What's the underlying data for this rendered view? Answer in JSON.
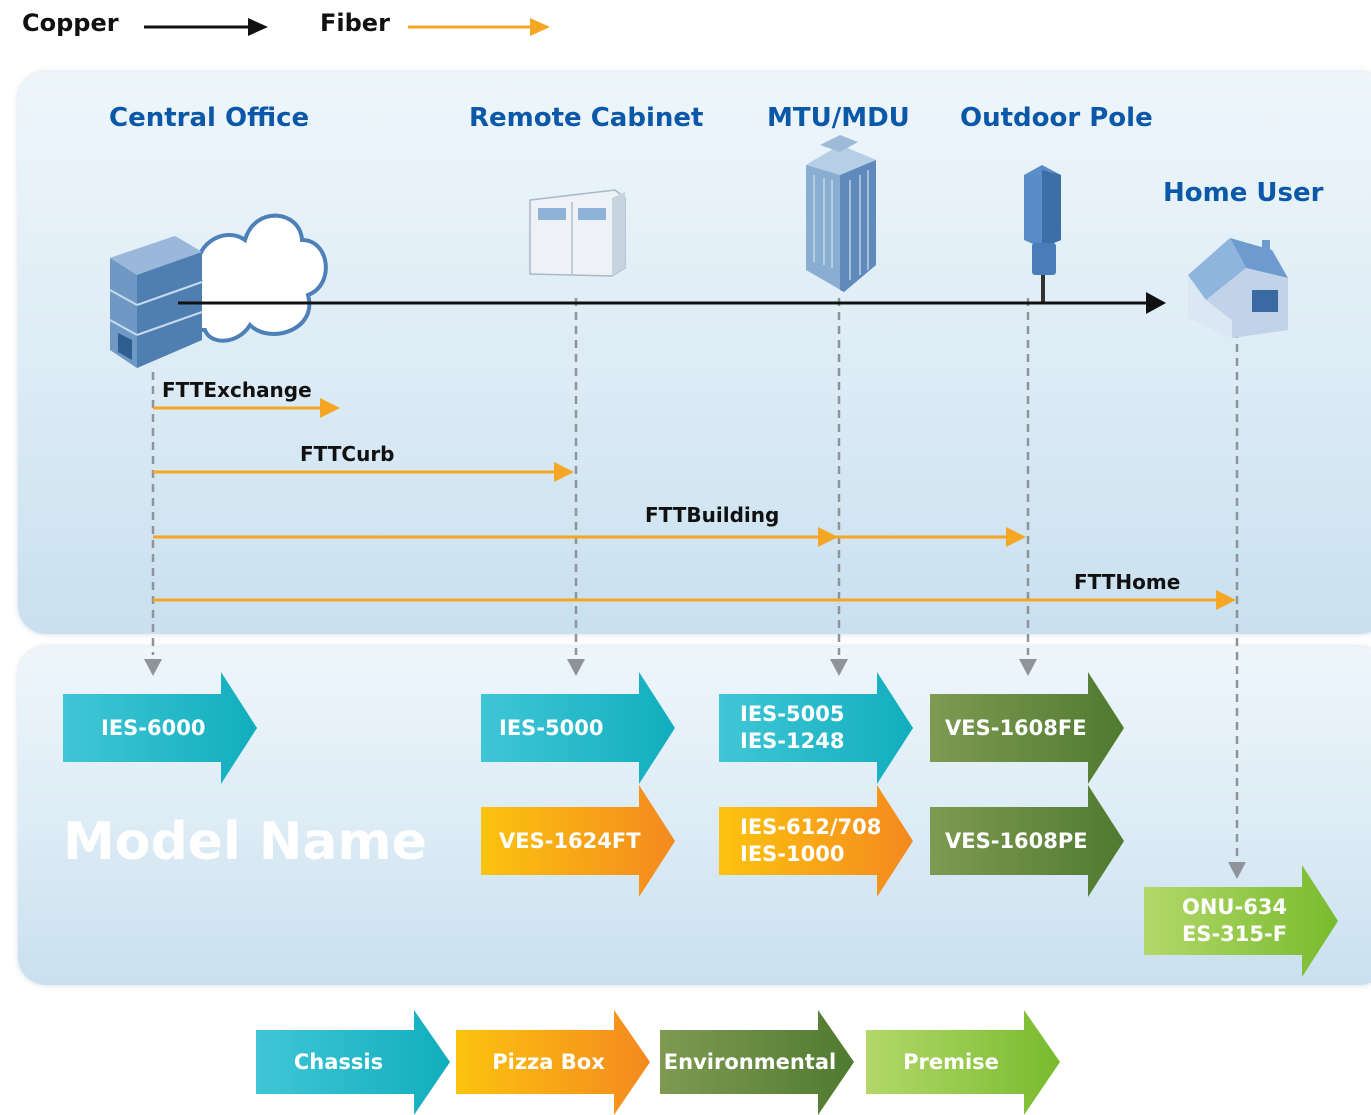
{
  "legend": {
    "copper": "Copper",
    "fiber": "Fiber"
  },
  "colors": {
    "copper": "#111111",
    "fiber": "#f5a623",
    "location_text": "#0b57a8",
    "chassis": "#23b7c4",
    "pizza_box": "#f7a21b",
    "environmental": "#6a8c3f",
    "premise": "#8cc63f"
  },
  "locations": {
    "central_office": "Central Office",
    "remote_cabinet": "Remote Cabinet",
    "mtu_mdu": "MTU/MDU",
    "outdoor_pole": "Outdoor Pole",
    "home_user": "Home User"
  },
  "ftt": {
    "exchange": "FTTExchange",
    "curb": "FTTCurb",
    "building": "FTTBuilding",
    "home": "FTTHome"
  },
  "model_title": "Model Name",
  "models": {
    "ies6000": [
      "IES-6000"
    ],
    "ies5000": [
      "IES-5000"
    ],
    "ies5005": [
      "IES-5005",
      "IES-1248"
    ],
    "ves1608fe": [
      "VES-1608FE"
    ],
    "ves1624ft": [
      "VES-1624FT"
    ],
    "ies612": [
      "IES-612/708",
      "IES-1000"
    ],
    "ves1608pe": [
      "VES-1608PE"
    ],
    "onu634": [
      "ONU-634",
      "ES-315-F"
    ]
  },
  "categories": {
    "chassis": "Chassis",
    "pizza_box": "Pizza Box",
    "environmental": "Environmental",
    "premise": "Premise"
  },
  "icons": {
    "central_office": "office-building-cloud-icon",
    "remote_cabinet": "cabinet-icon",
    "mtu_mdu": "tower-building-icon",
    "outdoor_pole": "pole-icon",
    "home_user": "house-icon"
  }
}
